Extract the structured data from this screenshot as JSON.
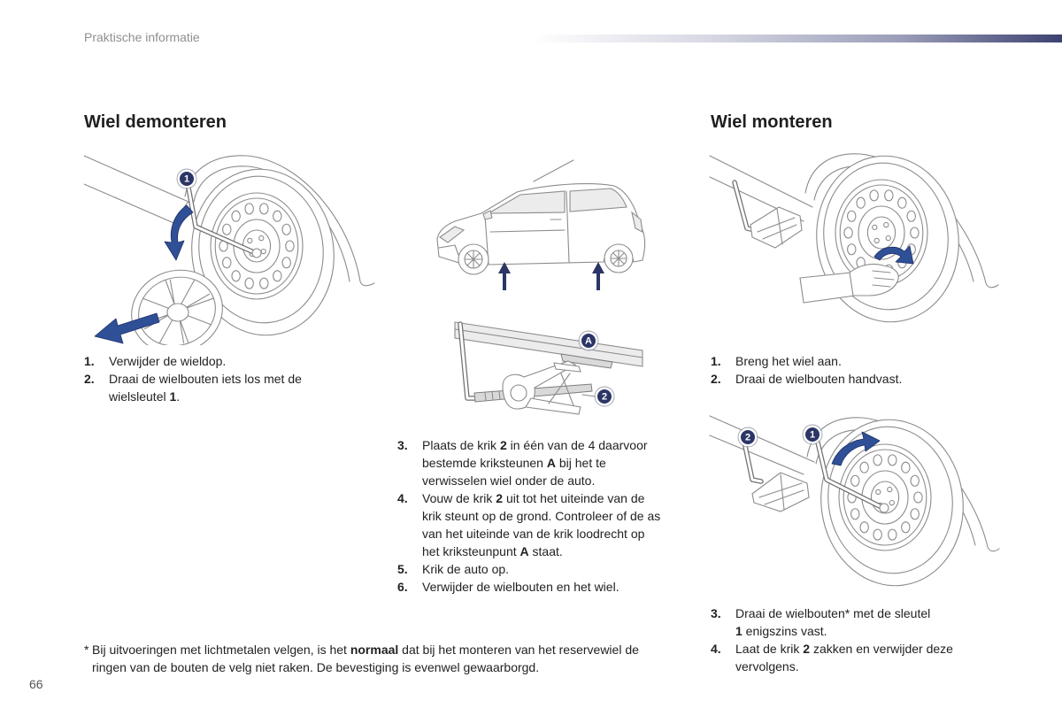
{
  "header": {
    "section_title": "Praktische informatie"
  },
  "page_number": "66",
  "left_column": {
    "heading": "Wiel demonteren",
    "figure": {
      "badge": "1"
    },
    "steps": [
      {
        "num": "1.",
        "lines": [
          [
            {
              "text": "Verwijder de wieldop."
            }
          ]
        ]
      },
      {
        "num": "2.",
        "lines": [
          [
            {
              "text": "Draai de wielbouten iets los met de"
            }
          ],
          [
            {
              "text": "wielsleutel "
            },
            {
              "text": "1",
              "bold": true
            },
            {
              "text": "."
            }
          ]
        ]
      }
    ]
  },
  "middle_column": {
    "jack_figure": {
      "badge_support": "A",
      "badge_jack": "2"
    },
    "steps": [
      {
        "num": "3.",
        "lines": [
          [
            {
              "text": "Plaats de krik "
            },
            {
              "text": "2",
              "bold": true
            },
            {
              "text": " in één van de 4 daarvoor"
            }
          ],
          [
            {
              "text": "bestemde kriksteunen "
            },
            {
              "text": "A",
              "bold": true
            },
            {
              "text": " bij het te"
            }
          ],
          [
            {
              "text": "verwisselen wiel onder de auto."
            }
          ]
        ]
      },
      {
        "num": "4.",
        "lines": [
          [
            {
              "text": "Vouw de krik "
            },
            {
              "text": "2",
              "bold": true
            },
            {
              "text": " uit tot het uiteinde van de"
            }
          ],
          [
            {
              "text": "krik steunt op de grond. Controleer of de as"
            }
          ],
          [
            {
              "text": "van het uiteinde van de krik loodrecht op"
            }
          ],
          [
            {
              "text": "het kriksteunpunt "
            },
            {
              "text": "A",
              "bold": true
            },
            {
              "text": " staat."
            }
          ]
        ]
      },
      {
        "num": "5.",
        "lines": [
          [
            {
              "text": "Krik de auto op."
            }
          ]
        ]
      },
      {
        "num": "6.",
        "lines": [
          [
            {
              "text": "Verwijder de wielbouten en het wiel."
            }
          ]
        ]
      }
    ]
  },
  "right_column": {
    "heading": "Wiel monteren",
    "steps_top": [
      {
        "num": "1.",
        "lines": [
          [
            {
              "text": "Breng het wiel aan."
            }
          ]
        ]
      },
      {
        "num": "2.",
        "lines": [
          [
            {
              "text": "Draai de wielbouten handvast."
            }
          ]
        ]
      }
    ],
    "lower_figure": {
      "badge_jack": "2",
      "badge_wrench": "1"
    },
    "steps_bottom": [
      {
        "num": "3.",
        "lines": [
          [
            {
              "text": "Draai de wielbouten* met de sleutel"
            }
          ],
          [
            {
              "text": "1",
              "bold": true
            },
            {
              "text": " enigszins vast."
            }
          ]
        ]
      },
      {
        "num": "4.",
        "lines": [
          [
            {
              "text": "Laat de krik "
            },
            {
              "text": "2",
              "bold": true
            },
            {
              "text": " zakken en verwijder deze"
            }
          ],
          [
            {
              "text": "vervolgens."
            }
          ]
        ]
      }
    ]
  },
  "footnote": {
    "marker": "*",
    "lines": [
      [
        {
          "text": "Bij uitvoeringen met lichtmetalen velgen, is het "
        },
        {
          "text": "normaal",
          "bold": true
        },
        {
          "text": " dat bij het monteren van het reservewiel de"
        }
      ],
      [
        {
          "text": "ringen van de bouten de velg niet raken. De bevestiging is evenwel gewaarborgd."
        }
      ]
    ]
  },
  "colors": {
    "text": "#222222",
    "muted": "#8f8f8f",
    "heading": "#1f1f1f",
    "badge": "#2b3566",
    "arrow": "#2f5097",
    "line": "#8c8c8c",
    "header_bar": "#3d4170"
  }
}
